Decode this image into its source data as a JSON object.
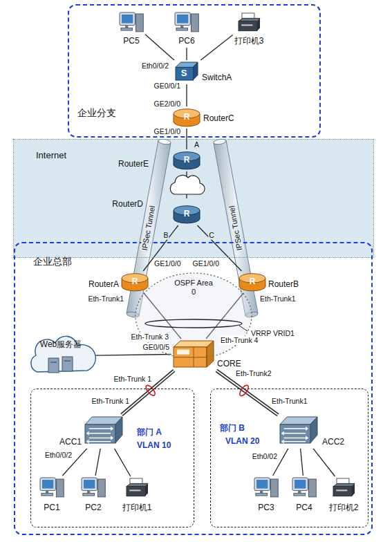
{
  "diagram": {
    "nodes": [
      {
        "text": [
          "企业分支"
        ]
      },
      {
        "text": [
          "PC5"
        ],
        "in": 0
      },
      {
        "text": [
          "PC6"
        ],
        "in": 0
      },
      {
        "text": [
          "打印机3"
        ],
        "in": 0
      },
      {
        "text": [
          "S",
          "SwitchA"
        ],
        "in": 0
      },
      {
        "text": [
          "R",
          "RouterC"
        ],
        "in": 0
      },
      {
        "text": [
          "Internet"
        ]
      },
      {
        "text": [
          "R",
          "RouterE"
        ],
        "in": 6
      },
      {
        "text": [
          "R",
          "RouterD"
        ],
        "in": 6
      },
      {
        "text": [
          "企业总部"
        ]
      },
      {
        "text": [
          "R",
          "RouterA"
        ],
        "in": 9
      },
      {
        "text": [
          "R",
          "RouterB"
        ],
        "in": 9
      },
      {
        "text": [
          "OSPF Area 0"
        ],
        "in": 9
      },
      {
        "text": [
          "Web服务器"
        ],
        "in": 9
      },
      {
        "text": [
          "CORE"
        ],
        "in": 9
      },
      {
        "text": [
          "部门 A",
          "VLAN 10"
        ],
        "in": 9
      },
      {
        "text": [
          "ACC1"
        ],
        "in": 15
      },
      {
        "text": [
          "PC1"
        ],
        "in": 15
      },
      {
        "text": [
          "PC2"
        ],
        "in": 15
      },
      {
        "text": [
          "打印机1"
        ],
        "in": 15
      },
      {
        "text": [
          "部门 B",
          "VLAN 20"
        ],
        "in": 9
      },
      {
        "text": [
          "ACC2"
        ],
        "in": 20
      },
      {
        "text": [
          "PC3"
        ],
        "in": 20
      },
      {
        "text": [
          "PC4"
        ],
        "in": 20
      },
      {
        "text": [
          "打印机2"
        ],
        "in": 20
      }
    ],
    "edges": [
      {
        "from": 4,
        "to": 1,
        "arrow": "none"
      },
      {
        "from": 4,
        "to": 2,
        "arrow": "none"
      },
      {
        "from": 4,
        "to": 3,
        "arrow": "none"
      },
      {
        "from": 4,
        "to": 5,
        "arrow": "none"
      },
      {
        "from": 5,
        "to": 7,
        "arrow": "none"
      },
      {
        "from": 7,
        "to": 8,
        "arrow": "none"
      },
      {
        "from": 8,
        "to": 10,
        "arrow": "none"
      },
      {
        "from": 8,
        "to": 11,
        "arrow": "none"
      },
      {
        "from": 10,
        "to": 14,
        "arrow": "none"
      },
      {
        "from": 11,
        "to": 14,
        "arrow": "none"
      },
      {
        "from": 14,
        "to": 13,
        "arrow": "none"
      },
      {
        "from": 14,
        "to": 16,
        "arrow": "none"
      },
      {
        "from": 14,
        "to": 21,
        "arrow": "none"
      },
      {
        "from": 16,
        "to": 17,
        "arrow": "none"
      },
      {
        "from": 16,
        "to": 18,
        "arrow": "none"
      },
      {
        "from": 16,
        "to": 19,
        "arrow": "none"
      },
      {
        "from": 21,
        "to": 22,
        "arrow": "none"
      },
      {
        "from": 21,
        "to": 23,
        "arrow": "none"
      },
      {
        "from": 21,
        "to": 24,
        "arrow": "none"
      }
    ],
    "labels": [
      "Eth0/0/2",
      "GE0/0/1",
      "GE2/0/0",
      "GE1/0/0",
      "A",
      "B",
      "C",
      "IPSec Tunnel",
      "IPSec Tunnel",
      "GE1/0/0",
      "GE1/0/0",
      "Eth-Trunk1",
      "Eth-Trunk1",
      "VRRP VRID1",
      "Eth-Trunk 3",
      "Eth-Trunk 4",
      "GE0/0/5",
      "Eth-Trunk 1",
      "Eth-Trunk2",
      "Eth-Trunk 1",
      "Eth-Trunk1",
      "Eth0/0/2",
      "Eth0/02"
    ]
  }
}
